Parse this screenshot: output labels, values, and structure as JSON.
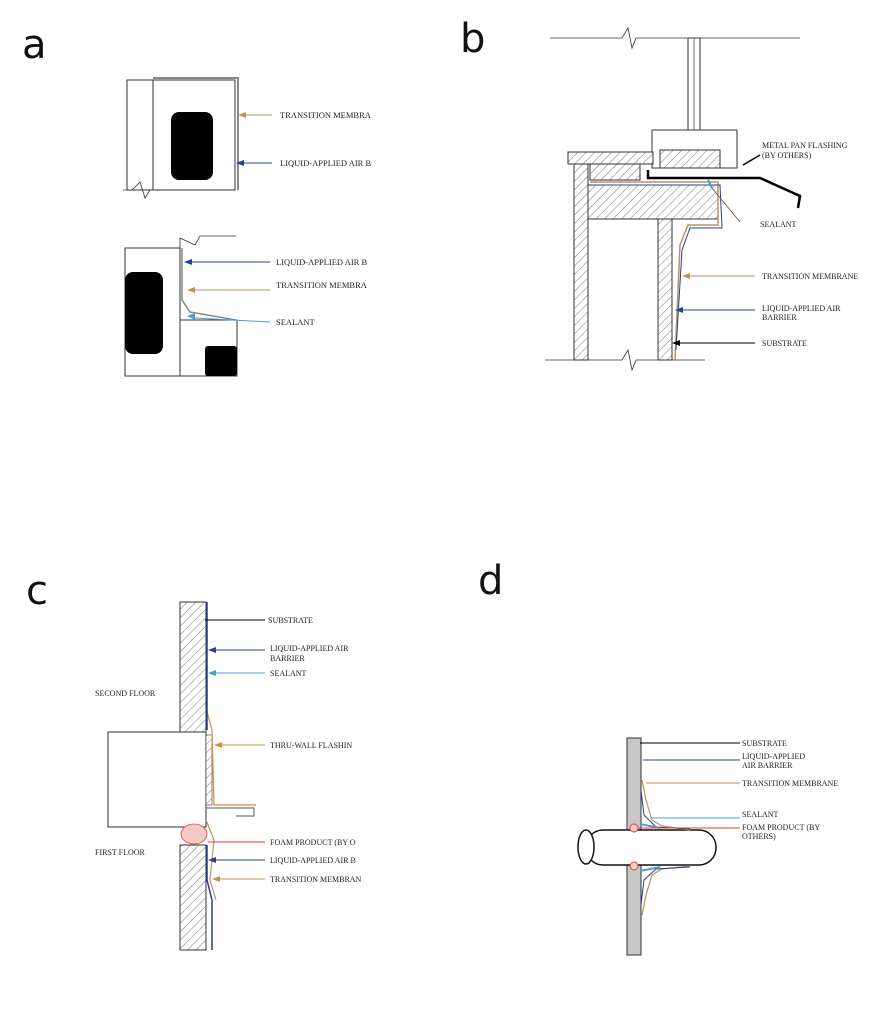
{
  "panels": {
    "a": {
      "letter": "a",
      "top_labels": [
        "TRANSITION MEMBRA",
        "LIQUID-APPLIED AIR B"
      ],
      "bottom_labels": [
        "LIQUID-APPLIED AIR B",
        "TRANSITION MEMBRA",
        "SEALANT"
      ]
    },
    "b": {
      "letter": "b",
      "labels": [
        "METAL PAN FLASHING",
        "(BY OTHERS)",
        "SEALANT",
        "TRANSITION MEMBRANE",
        "LIQUID-APPLIED AIR",
        "BARRIER",
        "SUBSTRATE"
      ]
    },
    "c": {
      "letter": "c",
      "labels": [
        "SUBSTRATE",
        "LIQUID-APPLIED AIR",
        "BARRIER",
        "SEALANT",
        "THRU-WALL FLASHIN",
        "FOAM PRODUCT (BY O",
        "LIQUID-APPLIED AIR B",
        "TRANSITION MEMBRAN"
      ],
      "floor_labels": [
        "SECOND FLOOR",
        "FIRST FLOOR"
      ]
    },
    "d": {
      "letter": "d",
      "labels": [
        "SUBSTRATE",
        "LIQUID-APPLIED",
        "AIR BARRIER",
        "TRANSITION MEMBRANE",
        "SEALANT",
        "FOAM PRODUCT (BY",
        "OTHERS)"
      ]
    }
  },
  "colors": {
    "air_barrier": "#2b3f8f",
    "transition_membrane": "#b8955a",
    "sealant": "#4aa0cf",
    "flashing": "#d98a3a",
    "foam": "#e0413a"
  }
}
